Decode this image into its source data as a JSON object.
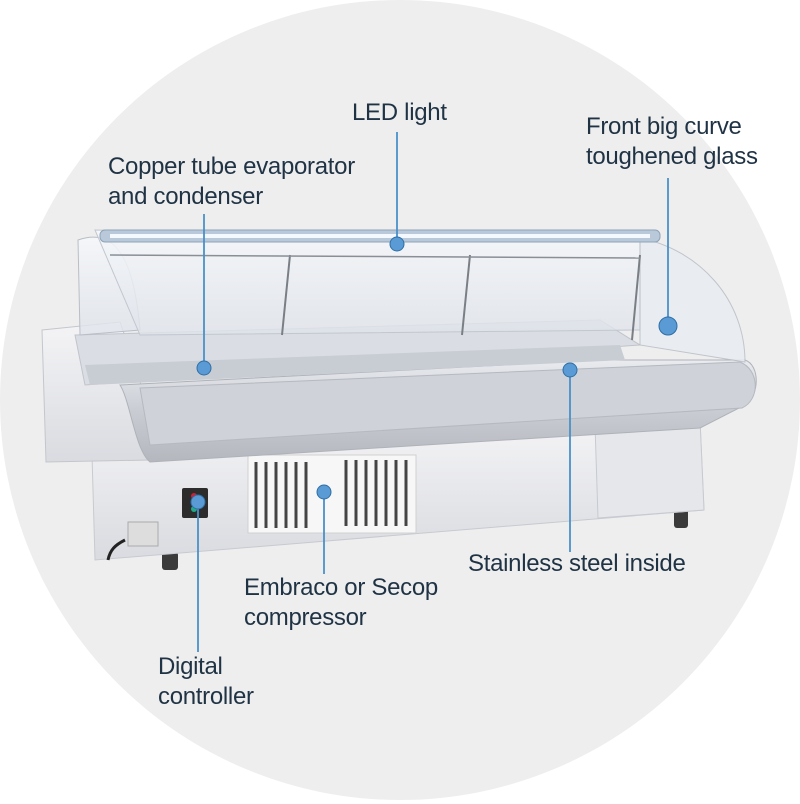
{
  "callouts": {
    "led_light": {
      "lines": [
        "LED light"
      ]
    },
    "glass": {
      "lines": [
        "Front big curve",
        "toughened glass"
      ]
    },
    "evaporator": {
      "lines": [
        "Copper tube evaporator",
        "and condenser"
      ]
    },
    "stainless": {
      "lines": [
        "Stainless steel inside"
      ]
    },
    "compressor": {
      "lines": [
        "Embraco or Secop",
        "compressor"
      ]
    },
    "controller": {
      "lines": [
        "Digital",
        "controller"
      ]
    }
  },
  "colors": {
    "background_circle": "#eeeeee",
    "callout_line": "#4a90c8",
    "callout_dot": "#5b9bd5",
    "label_text": "#1f3345"
  }
}
